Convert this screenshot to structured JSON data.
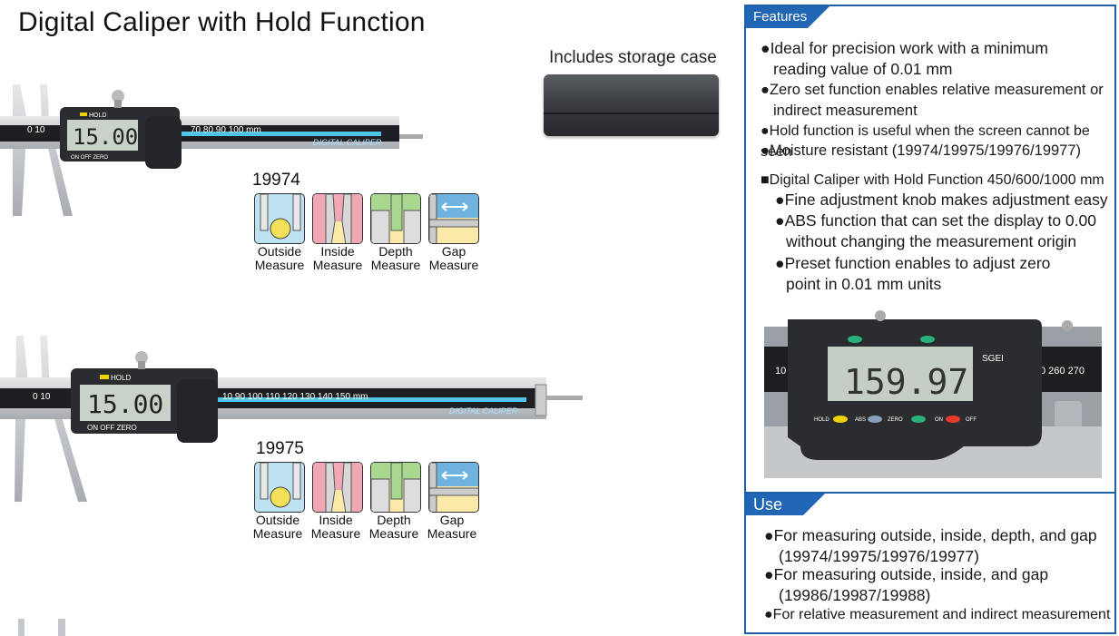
{
  "title": "Digital Caliper with Hold Function",
  "case_label": "Includes storage case",
  "products": [
    {
      "model": "19974",
      "display": "15.00",
      "display_labels": [
        "HOLD",
        "ON",
        "OFF",
        "ZERO"
      ],
      "scale_text": "0 10 70 80 90 100 mm",
      "brand": "DIGITAL CALIPER",
      "modes": [
        "Outside Measure",
        "Inside Measure",
        "Depth Measure",
        "Gap Measure"
      ]
    },
    {
      "model": "19975",
      "display": "15.00",
      "display_labels": [
        "HOLD",
        "ON",
        "OFF",
        "ZERO"
      ],
      "scale_text": "0 10 10 90 100 110 120 130 140 150 mm",
      "brand": "DIGITAL CALIPER",
      "modes": [
        "Outside Measure",
        "Inside Measure",
        "Depth Measure",
        "Gap Measure"
      ]
    }
  ],
  "mode_labels": [
    [
      "Outside",
      "Measure"
    ],
    [
      "Inside",
      "Measure"
    ],
    [
      "Depth",
      "Measure"
    ],
    [
      "Gap",
      "Measure"
    ]
  ],
  "features": {
    "heading": "Features",
    "items": [
      [
        "●Ideal for precision work with a minimum",
        "reading value of 0.01 mm"
      ],
      [
        "●Zero set function enables relative measurement or",
        "indirect measurement"
      ],
      [
        "●Hold function is useful when the screen cannot be seen"
      ],
      [
        "●Moisture resistant (19974/19975/19976/19977)"
      ]
    ],
    "subheading": "■Digital Caliper with Hold Function 450/600/1000 mm",
    "subitems": [
      [
        "●Fine adjustment knob makes adjustment easy"
      ],
      [
        "●ABS function that can set the display to 0.00",
        "without changing the measurement origin"
      ],
      [
        "●Preset function enables to adjust zero",
        "point in 0.01 mm units"
      ]
    ],
    "closeup_display": "159.97",
    "closeup_scale": "0 260 270",
    "closeup_buttons": [
      "HOLD",
      "ABS",
      "ZERO",
      "ON",
      "OFF"
    ]
  },
  "use": {
    "heading": "Use",
    "items": [
      [
        "●For measuring outside, inside, depth, and gap",
        "(19974/19975/19976/19977)"
      ],
      [
        "●For measuring outside, inside, and gap",
        "(19986/19987/19988)"
      ],
      [
        "●For relative measurement and indirect measurement"
      ]
    ]
  },
  "colors": {
    "accent": "#2165b5",
    "scale_blue": "#4fc3e8",
    "caliper_steel": "#c9cccf"
  }
}
